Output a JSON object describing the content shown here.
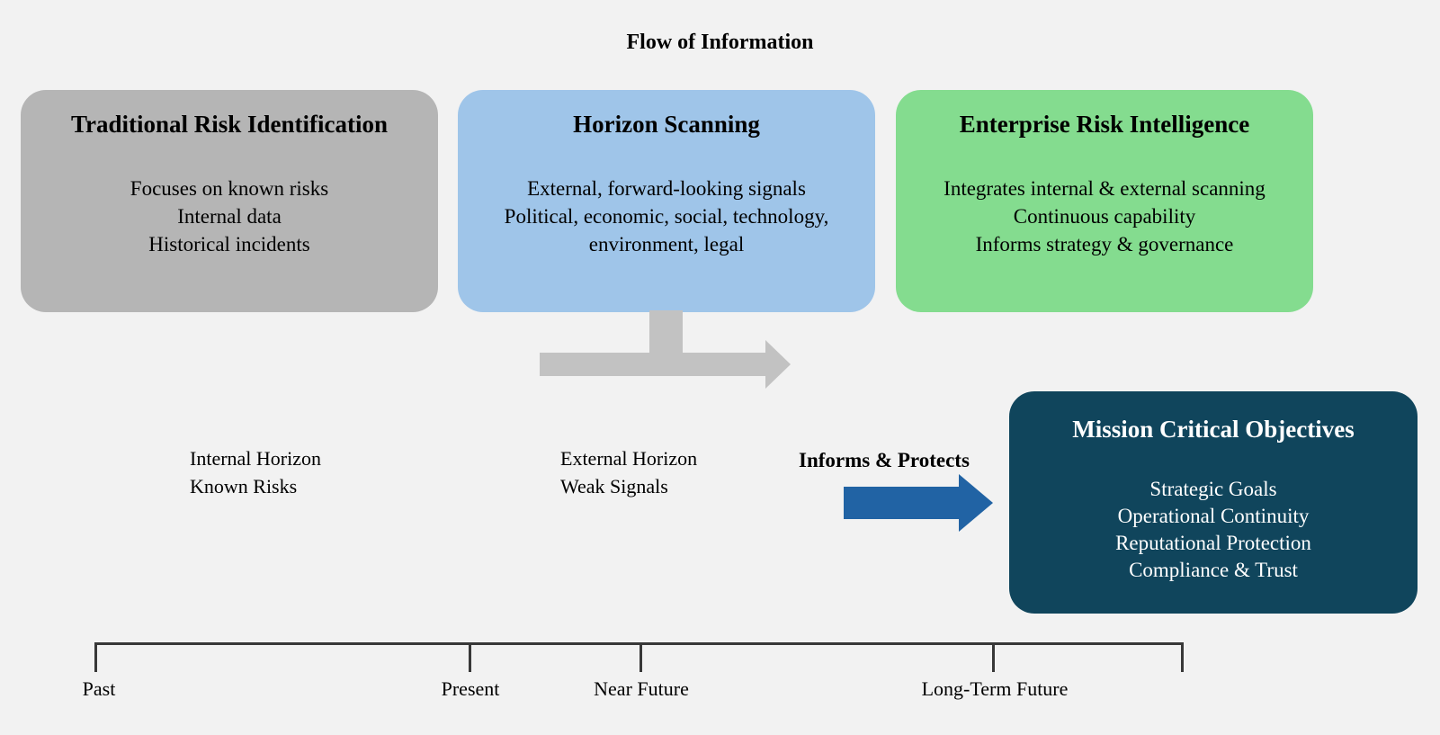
{
  "title": "Flow of Information",
  "colors": {
    "background": "#f2f2f2",
    "traditional_box": "#b5b5b5",
    "horizon_box": "#9fc5e9",
    "enterprise_box": "#84dc8f",
    "mission_box": "#10455c",
    "flow_arrow": "#c2c2c2",
    "informs_arrow": "#2163a4",
    "timeline": "#383838"
  },
  "boxes": [
    {
      "title": "Traditional Risk Identification",
      "lines": [
        "Focuses on known risks",
        "Internal data",
        "Historical incidents"
      ]
    },
    {
      "title": "Horizon Scanning",
      "lines": [
        "External, forward-looking signals",
        "Political, economic, social, technology,",
        "environment, legal"
      ]
    },
    {
      "title": "Enterprise Risk Intelligence",
      "lines": [
        "Integrates internal & external scanning",
        "Continuous capability",
        "Informs strategy & governance"
      ]
    }
  ],
  "mid_labels": {
    "internal": {
      "lines": [
        "Internal Horizon",
        "Known Risks"
      ]
    },
    "external": {
      "lines": [
        "External Horizon",
        "Weak Signals"
      ]
    },
    "informs": "Informs & Protects"
  },
  "mission_box": {
    "title": "Mission Critical Objectives",
    "lines": [
      "Strategic Goals",
      "Operational Continuity",
      "Reputational Protection",
      "Compliance & Trust"
    ]
  },
  "timeline": {
    "labels": [
      "Past",
      "Present",
      "Near Future",
      "Long-Term Future"
    ]
  },
  "icons": {
    "flow_arrow": "gray-elbow-right-arrow",
    "informs_arrow": "blue-right-arrow"
  }
}
